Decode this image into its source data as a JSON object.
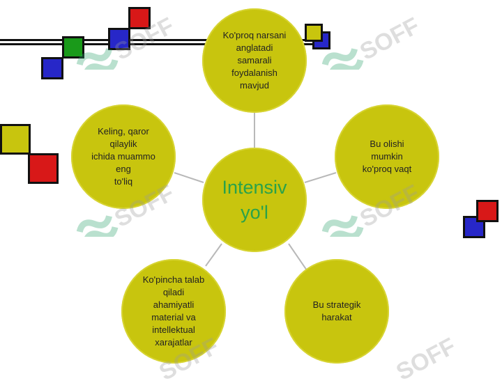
{
  "center": {
    "label": "Intensiv\nyo'l",
    "color": "#2aa24a"
  },
  "nodes": [
    {
      "label": "Ko'proq narsani\nanglatadi\nsamarali\nfoydalanish\nmavjud"
    },
    {
      "label": "Bu olishi\nmumkin\nko'proq vaqt"
    },
    {
      "label": "Bu strategik\nharakat"
    },
    {
      "label": "Ko'pincha talab\nqiladi\nahamiyatli\nmaterial va\nintellektual\nxarajatlar"
    },
    {
      "label": "Keling, qaror\nqilaylik\nichida muammo\neng\nto'liq"
    }
  ],
  "watermark": {
    "text": "SOFF"
  },
  "colors": {
    "circle": "#c8c50e",
    "red": "#d81818",
    "green": "#1a9a1a",
    "blue": "#2727c8",
    "olive": "#c8c50e"
  }
}
